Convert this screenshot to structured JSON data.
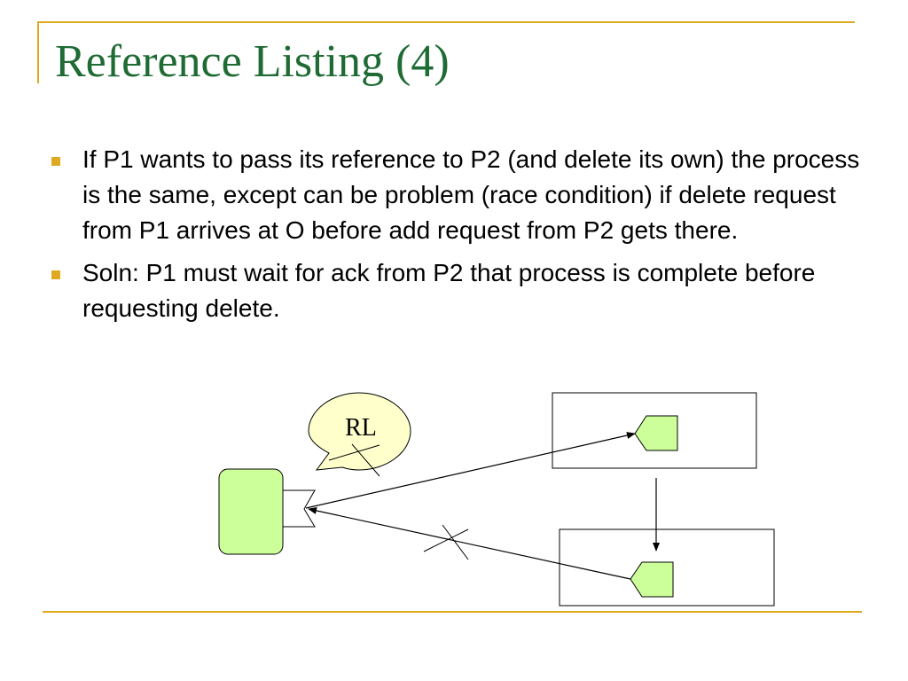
{
  "slide": {
    "title": "Reference Listing (4)",
    "bullets": [
      {
        "text": "If P1 wants to pass its reference to P2 (and delete its own) the process is the same, except can be problem (race condition) if delete request from P1 arrives at O before add request from P2 gets there."
      },
      {
        "text": "Soln: P1 must wait for ack from P2 that process is complete before requesting delete."
      }
    ]
  },
  "diagram": {
    "speech_bubble_label": "RL"
  },
  "colors": {
    "title": "#1E6B34",
    "accent": "#DDAA22",
    "shape_fill": "#CCFF99",
    "bubble_fill": "#FFFFCC"
  }
}
